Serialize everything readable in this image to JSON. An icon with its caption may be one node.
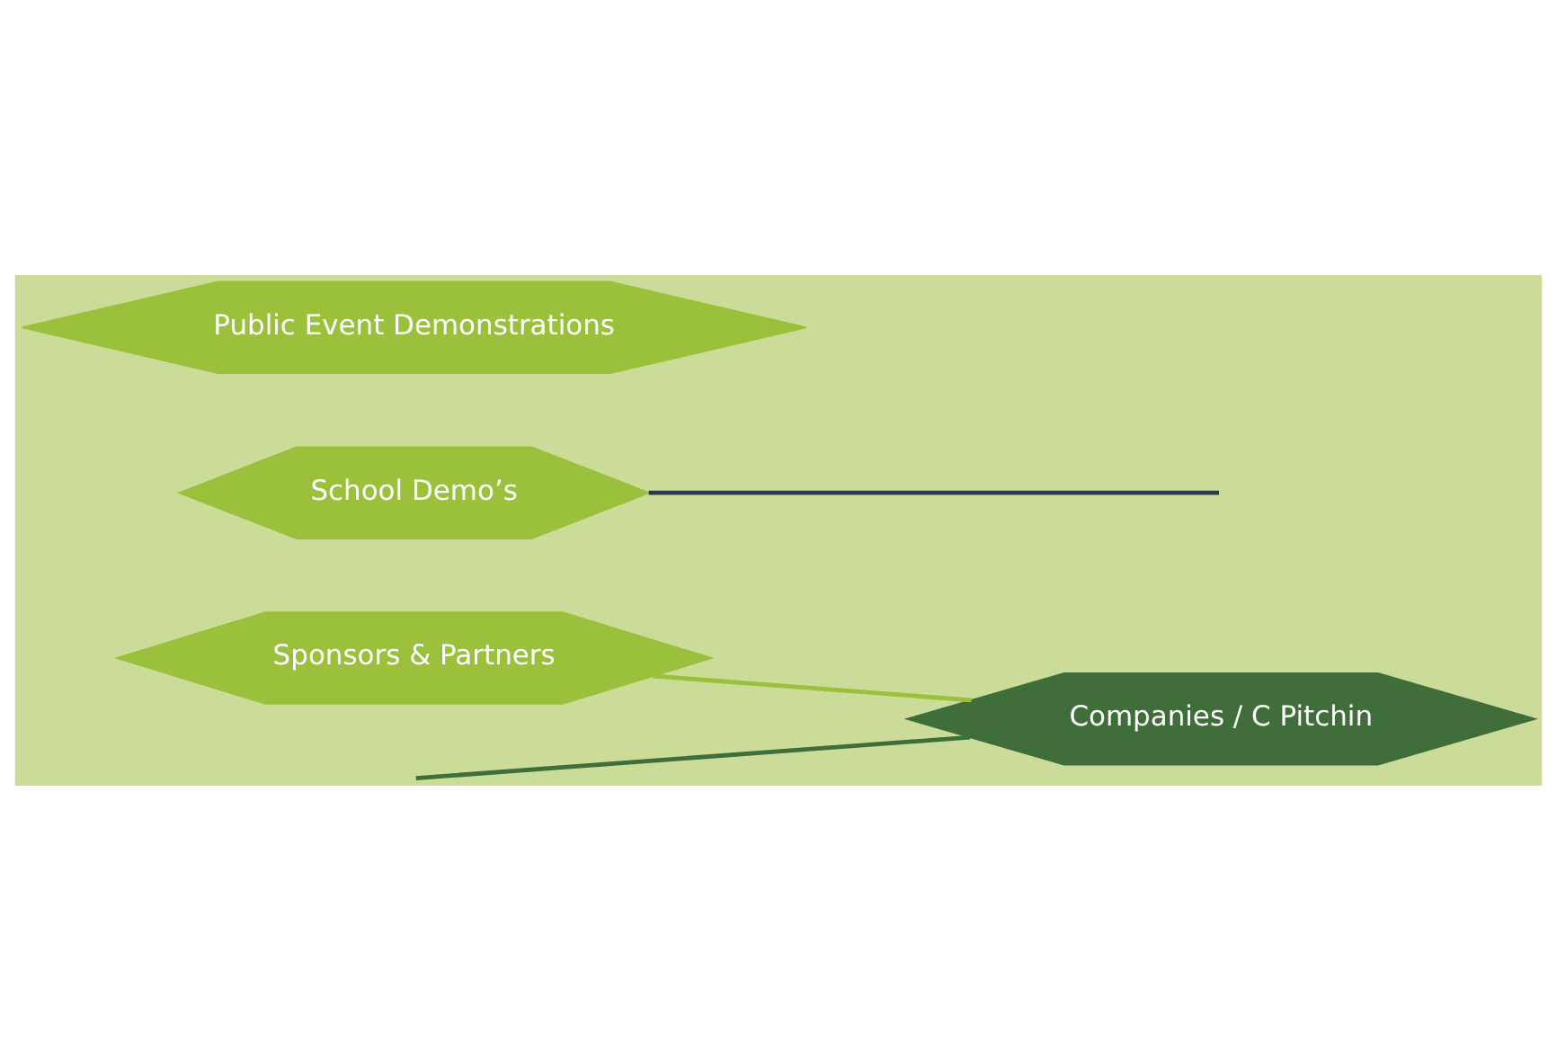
{
  "diagram": {
    "nodes": [
      {
        "text": [
          "Companies / C Pitchin"
        ]
      },
      {
        "text": [
          "School Demo’s"
        ]
      },
      {
        "text": [
          "Public Event Demonstrations"
        ]
      },
      {
        "text": [
          "Sponsors & Partners"
        ]
      }
    ],
    "edges": [
      {
        "from": null,
        "to": 0,
        "arrow": "none",
        "color": "#3f6e3a"
      },
      {
        "from": 3,
        "to": 0,
        "arrow": "none",
        "color": "#9bc03c"
      },
      {
        "from": 1,
        "to": null,
        "arrow": "none",
        "color": "#2c3a4f"
      }
    ]
  }
}
